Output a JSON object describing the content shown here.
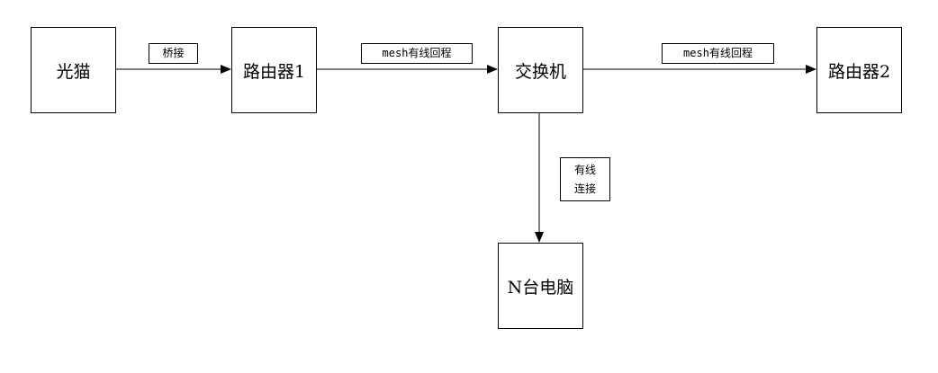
{
  "nodes": {
    "modem": "光猫",
    "router1": "路由器1",
    "switch": "交换机",
    "router2": "路由器2",
    "computers": "N台电脑"
  },
  "edges": {
    "modem_router1": "桥接",
    "router1_switch": "mesh有线回程",
    "switch_router2": "mesh有线回程",
    "switch_computers_line1": "有线",
    "switch_computers_line2": "连接"
  }
}
